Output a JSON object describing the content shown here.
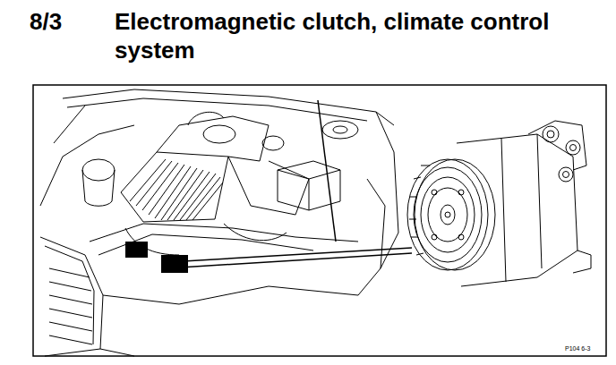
{
  "diagram": {
    "title": "Electromagnetic clutch, climate control system",
    "labels": [
      "8/3",
      "P104 6-3"
    ]
  }
}
